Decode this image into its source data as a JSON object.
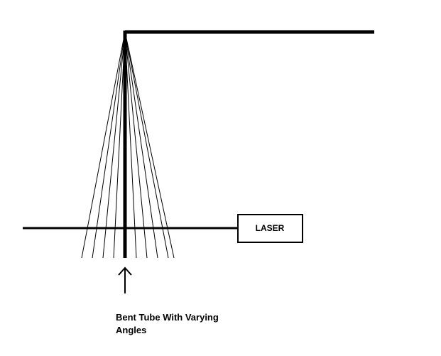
{
  "laser": {
    "label": "LASER"
  },
  "caption": {
    "line1": "Bent Tube With Varying",
    "line2": "Angles"
  },
  "colors": {
    "stroke": "#000000",
    "background": "#ffffff"
  },
  "icons": {
    "pointer": "up-arrow-icon"
  }
}
